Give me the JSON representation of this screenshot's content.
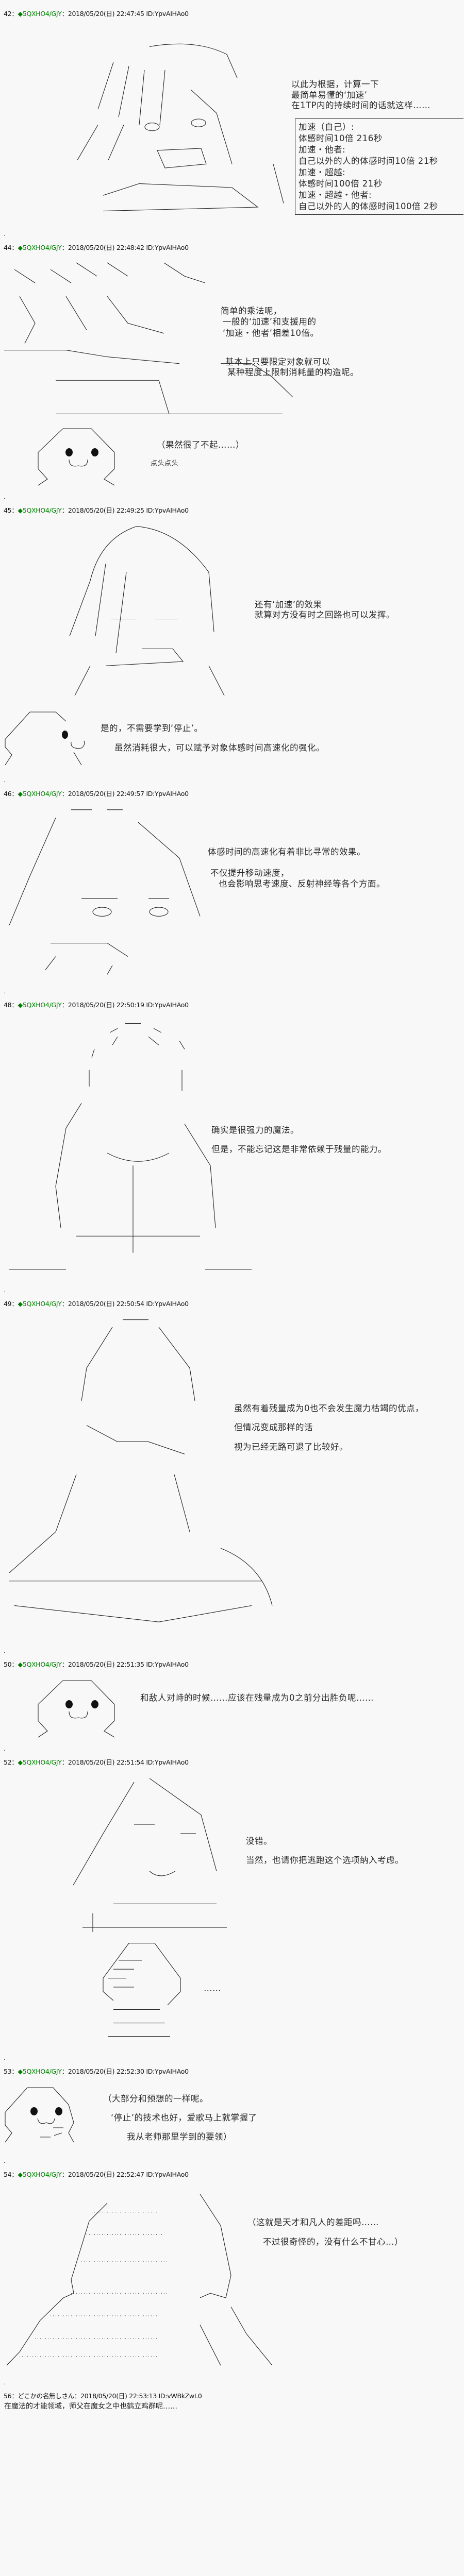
{
  "colors": {
    "background": "#f8f8f8",
    "trip_name": "#008000",
    "text": "#2a2a2a"
  },
  "posts": [
    {
      "num": "42",
      "name": "◆5QXHO4/GJY",
      "date": "2018/05/20(日) 22:47:45",
      "id": "ID:YpvAIHAo0",
      "lines": [
        "以此为根据，计算一下",
        "最简单易懂的‘加速’",
        "在1TP内的持续时间的话就这样……"
      ],
      "box": [
        "加速（自己）:",
        "体感时间10倍  216秒",
        "加速・他者:",
        "自己以外的人的体感时间10倍  21秒",
        "加速・超越:",
        "体感时间100倍  21秒",
        "加速・超越・他者:",
        "自己以外的人的体感时间100倍  2秒"
      ]
    },
    {
      "num": "44",
      "name": "◆5QXHO4/GJY",
      "date": "2018/05/20(日) 22:48:42",
      "id": "ID:YpvAIHAo0",
      "lines": [
        "简单的乘法呢，",
        "一般的‘加速’和支援用的",
        "‘加速・他者’相差10倍。",
        "基本上只要限定对象就可以",
        "某种程度上限制消耗量的构造呢。",
        "（果然很了不起……）",
        "点头点头"
      ]
    },
    {
      "num": "45",
      "name": "◆5QXHO4/GJY",
      "date": "2018/05/20(日) 22:49:25",
      "id": "ID:YpvAIHAo0",
      "lines": [
        "还有‘加速’的效果",
        "就算对方没有时之回路也可以发挥。",
        "是的，不需要学到‘停止’。",
        "虽然消耗很大，可以赋予对象体感时间高速化的强化。"
      ]
    },
    {
      "num": "46",
      "name": "◆5QXHO4/GJY",
      "date": "2018/05/20(日) 22:49:57",
      "id": "ID:YpvAIHAo0",
      "lines": [
        "体感时间的高速化有着非比寻常的效果。",
        "不仅提升移动速度，",
        "也会影响思考速度、反射神经等各个方面。"
      ]
    },
    {
      "num": "48",
      "name": "◆5QXHO4/GJY",
      "date": "2018/05/20(日) 22:50:19",
      "id": "ID:YpvAIHAo0",
      "lines": [
        "确实是很强力的魔法。",
        "但是，不能忘记这是非常依赖于残量的能力。"
      ]
    },
    {
      "num": "49",
      "name": "◆5QXHO4/GJY",
      "date": "2018/05/20(日) 22:50:54",
      "id": "ID:YpvAIHAo0",
      "lines": [
        "虽然有着残量成为0也不会发生魔力枯竭的优点，",
        "但情况变成那样的话",
        "视为已经无路可退了比较好。"
      ]
    },
    {
      "num": "50",
      "name": "◆5QXHO4/GJY",
      "date": "2018/05/20(日) 22:51:35",
      "id": "ID:YpvAIHAo0",
      "lines": [
        "和敌人对峙的时候……应该在残量成为0之前分出胜负呢……"
      ]
    },
    {
      "num": "52",
      "name": "◆5QXHO4/GJY",
      "date": "2018/05/20(日) 22:51:54",
      "id": "ID:YpvAIHAo0",
      "lines": [
        "没错。",
        "当然，也请你把逃跑这个选项纳入考虑。",
        "……"
      ]
    },
    {
      "num": "53",
      "name": "◆5QXHO4/GJY",
      "date": "2018/05/20(日) 22:52:30",
      "id": "ID:YpvAIHAo0",
      "lines": [
        "（大部分和预想的一样呢。",
        "‘停止’的技术也好，爱歌马上就掌握了",
        "我从老师那里学到的要领）"
      ]
    },
    {
      "num": "54",
      "name": "◆5QXHO4/GJY",
      "date": "2018/05/20(日) 22:52:47",
      "id": "ID:YpvAIHAo0",
      "lines": [
        "（这就是天才和凡人的差距吗……",
        "不过很奇怪的，没有什么不甘心…）"
      ]
    },
    {
      "num": "56",
      "name": "どこかの名無しさん",
      "date": "2018/05/20(日) 22:53:13",
      "id": "ID:vWBkZwI.0",
      "lines": [
        "在魔法的才能领域，师父在魔女之中也鹤立鸡群呢……"
      ]
    }
  ]
}
